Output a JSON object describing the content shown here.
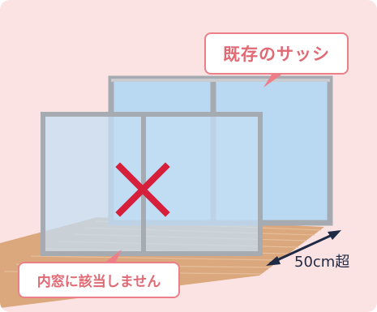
{
  "labels": {
    "existing_sash": "既存のサッシ",
    "not_applicable": "内窓に該当しません",
    "dimension": "50cm超"
  },
  "icons": {
    "cross": "cross-mark-icon",
    "dimension_arrow": "double-arrow-icon"
  },
  "colors": {
    "background": "#fbe3e3",
    "frame": "#a6abb2",
    "glass": "#bcdaf2",
    "floor": "#dba77c",
    "callout_border": "#ec7f88",
    "callout_text": "#e06a74",
    "cross": "#d61f3b",
    "arrow": "#1f2a44"
  }
}
